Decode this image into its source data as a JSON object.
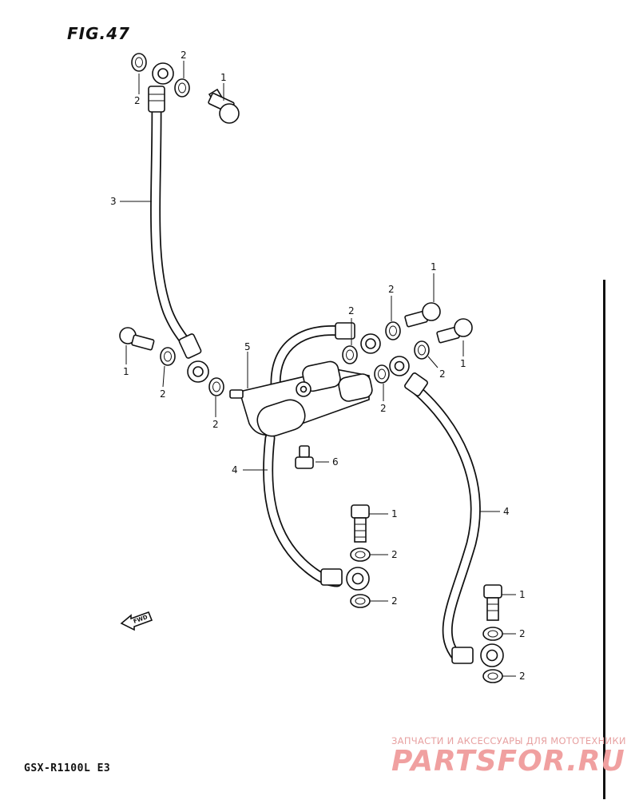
{
  "figure": {
    "title": "FIG.47",
    "model": "GSX-R1100L E3"
  },
  "callouts": {
    "bolt": "1",
    "washer": "2",
    "hose_upper": "3",
    "hose_lower": "4",
    "joint": "5",
    "bleeder": "6",
    "fwd_mark": "FWD"
  },
  "watermark": {
    "tagline": "ЗАПЧАСТИ И АКСЕССУАРЫ ДЛЯ МОТОТЕХНИКИ",
    "brand": "PARTSFOR.RU"
  },
  "colors": {
    "ink": "#111111",
    "watermark": "#f0a0a0"
  }
}
